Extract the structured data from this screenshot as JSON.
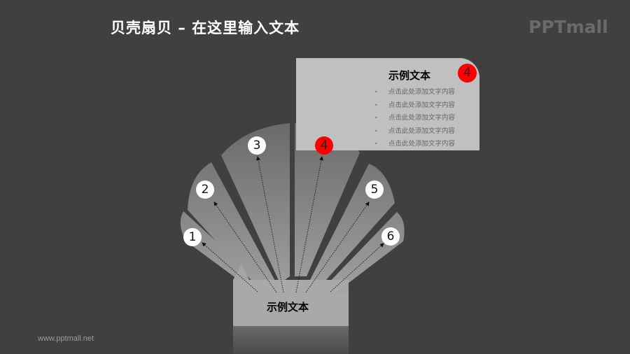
{
  "header": {
    "title": "贝壳扇贝 – 在这里输入文本",
    "logo": "PPTmall"
  },
  "footer": {
    "url": "www.pptmall.net"
  },
  "callout": {
    "badge": "4",
    "title": "示例文本",
    "bullets": [
      "点击此处添加文字内容",
      "点击此处添加文字内容",
      "点击此处添加文字内容",
      "点击此处添加文字内容",
      "点击此处添加文字内容"
    ]
  },
  "shell": {
    "base_label": "示例文本",
    "segments": [
      {
        "number": "1",
        "highlighted": false
      },
      {
        "number": "2",
        "highlighted": false
      },
      {
        "number": "3",
        "highlighted": false
      },
      {
        "number": "4",
        "highlighted": true
      },
      {
        "number": "5",
        "highlighted": false
      },
      {
        "number": "6",
        "highlighted": false
      }
    ]
  },
  "colors": {
    "background": "#404040",
    "accent": "#ff0000",
    "callout_bg": "#c0c0c0",
    "shell_top": "#6e6e6e",
    "shell_bottom": "#aaaaaa"
  }
}
